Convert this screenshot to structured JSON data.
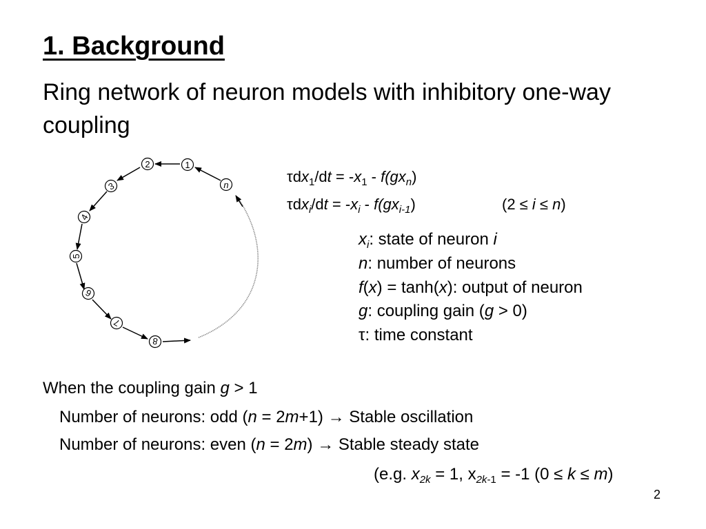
{
  "slide": {
    "title": "1. Background",
    "subtitle": "Ring network of neuron models with inhibitory one-way coupling",
    "page_number": "2"
  },
  "diagram": {
    "neuron_labels": [
      "1",
      "2",
      "3",
      "4",
      "5",
      "6",
      "7",
      "8",
      "n"
    ]
  },
  "equations": {
    "eq1": {
      "tau": "τ",
      "d": "d",
      "x": "x",
      "sub1": "1",
      "slash_d": "/d",
      "t": "t",
      "eq_minus": " = -",
      "minus_f": " - ",
      "f": "f",
      "g": "(gx",
      "subn": "n",
      "close": ")"
    },
    "eq2": {
      "tau": "τ",
      "d": "d",
      "x": "x",
      "subi": "i",
      "slash_d": "/d",
      "t": "t",
      "eq_minus": " = -",
      "minus_f": " - ",
      "f": "f",
      "g": "(gx",
      "subim1": "i-1",
      "close": ")",
      "range_open": "(2 ≤ ",
      "range_i": "i",
      "range_le": " ≤ ",
      "range_n": "n",
      "range_close": ")"
    }
  },
  "definitions": {
    "x_var": "x",
    "x_sub": "i",
    "x_text": ": state of neuron ",
    "x_i": "i",
    "n_var": "n",
    "n_text": ": number of neurons",
    "f_var": "f",
    "f_paren_x": "x",
    "f_text_a": ") = tanh(",
    "f_text_b": "): output of neuron",
    "f_open": "(",
    "g_var": "g",
    "g_text_a": ": coupling gain (",
    "g_inner": "g",
    "g_text_b": " > 0)",
    "tau_var": "τ",
    "tau_text": ": time constant"
  },
  "conditions": {
    "intro_text": "When the coupling gain ",
    "intro_g": "g",
    "intro_tail": " > 1",
    "odd_text": "Number of neurons: odd (",
    "odd_n": "n",
    "odd_eq": " = 2",
    "odd_m": "m",
    "odd_tail": "+1) → Stable oscillation",
    "even_text": "Number of neurons: even (",
    "even_n": "n",
    "even_eq": " = 2",
    "even_m": "m",
    "even_tail": ") → Stable steady state",
    "eg_open": "(e.g. ",
    "eg_x": "x",
    "eg_sub1": "2k",
    "eg_mid": " = 1, x",
    "eg_sub2": "2k",
    "eg_sub2b": "-1",
    "eg_tail": " = -1 (0 ≤ ",
    "eg_k": "k",
    "eg_le": " ≤ ",
    "eg_m": "m",
    "eg_close": ")"
  }
}
